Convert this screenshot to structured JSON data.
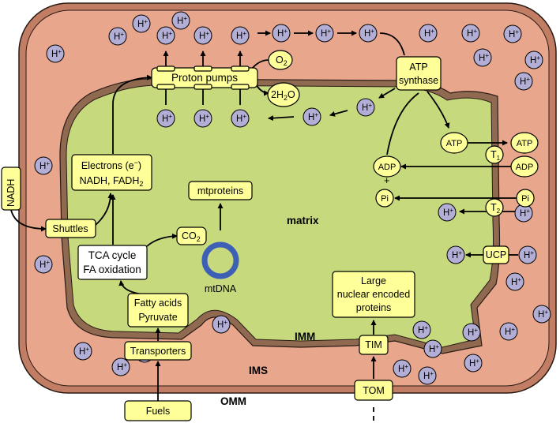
{
  "regions": {
    "matrix": "matrix",
    "imm": "IMM",
    "ims": "IMS",
    "omm": "OMM"
  },
  "ions": {
    "h_base": "H",
    "h_sup": "+"
  },
  "labels": {
    "nadh": "NADH",
    "shuttles": "Shuttles",
    "electrons_l1": "Electrons (e",
    "electrons_sup": "−",
    "electrons_l1_end": ")",
    "electrons_l2": "NADH, FADH",
    "electrons_l2_sub": "2",
    "proton_pumps": "Proton pumps",
    "o2": "O",
    "o2_sub": "2",
    "water_pre": "2H",
    "water_sub": "2",
    "water_post": "O",
    "atp_synthase_l1": "ATP",
    "atp_synthase_l2": "synthase",
    "atp": "ATP",
    "adp": "ADP",
    "pi": "Pi",
    "plus": "+",
    "t1": "T",
    "t1_sub": "1",
    "t2": "T",
    "t2_sub": "2",
    "ucp": "UCP",
    "mtproteins": "mtproteins",
    "co2": "CO",
    "co2_sub": "2",
    "tca_l1": "TCA cycle",
    "tca_l2": "FA oxidation",
    "mtdna": "mtDNA",
    "fatty_l1": "Fatty acids",
    "fatty_l2": "Pyruvate",
    "transporters": "Transporters",
    "fuels": "Fuels",
    "large_l1": "Large",
    "large_l2": "nuclear encoded",
    "large_l3": "proteins",
    "tim": "TIM",
    "tom": "TOM"
  },
  "colors": {
    "outer_membrane": "#c17e64",
    "ims": "#e8a68c",
    "matrix": "#c6d97d",
    "box_fill": "#ffff99",
    "h_ion": "#b3aed6",
    "mtdna_ring": "#3d5fb5"
  }
}
